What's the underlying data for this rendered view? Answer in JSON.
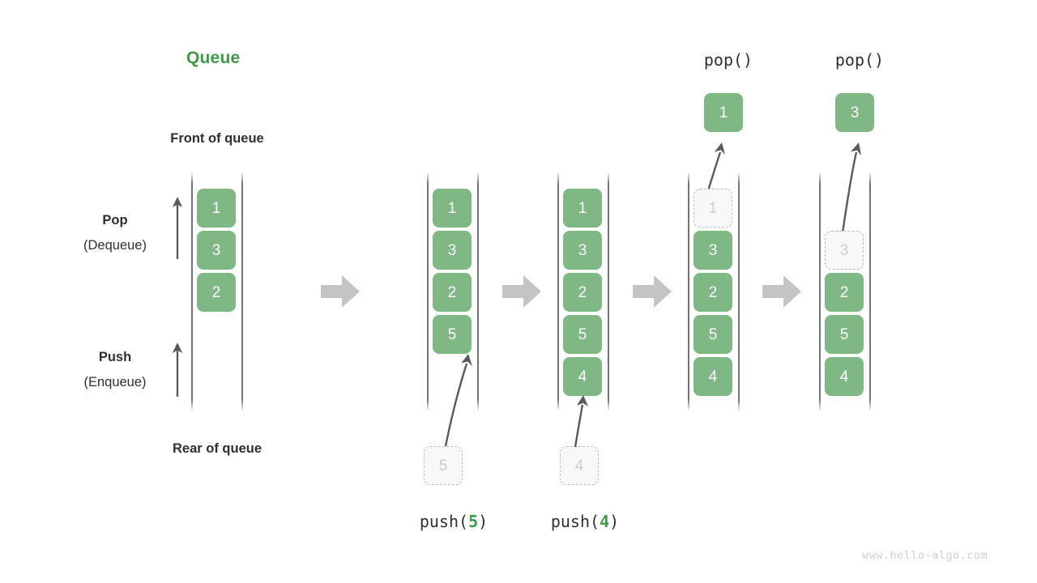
{
  "diagram": {
    "title": "Queue",
    "watermark": "www.hello-algo.com",
    "labels": {
      "front": "Front of queue",
      "rear": "Rear of queue",
      "pop_name": "Pop",
      "pop_sub": "(Dequeue)",
      "push_name": "Push",
      "push_sub": "(Enqueue)"
    },
    "colors": {
      "cell_fill": "#7fb884",
      "cell_text": "#ffffff",
      "title_green": "#40984a",
      "ghost_fill": "#f8f8f8",
      "ghost_border": "#bdbdbd",
      "ghost_text": "#cccccc",
      "rail": "#5a5a5a",
      "block_arrow": "#c4c4c4",
      "text": "#2f2f2f",
      "watermark": "#cfcfcf"
    },
    "steps": [
      {
        "id": "initial",
        "op_prefix": "",
        "op_arg": "",
        "op_suffix": "",
        "cells": [
          "1",
          "3",
          "2"
        ],
        "incoming": "",
        "popped": ""
      },
      {
        "id": "push-5",
        "op_prefix": "push(",
        "op_arg": "5",
        "op_suffix": ")",
        "cells": [
          "1",
          "3",
          "2",
          "5"
        ],
        "incoming": "5",
        "popped": ""
      },
      {
        "id": "push-4",
        "op_prefix": "push(",
        "op_arg": "4",
        "op_suffix": ")",
        "cells": [
          "1",
          "3",
          "2",
          "5",
          "4"
        ],
        "incoming": "4",
        "popped": ""
      },
      {
        "id": "pop-1",
        "op_prefix": "pop()",
        "op_arg": "",
        "op_suffix": "",
        "cells": [
          "1",
          "3",
          "2",
          "5",
          "4"
        ],
        "incoming": "",
        "popped": "1"
      },
      {
        "id": "pop-3",
        "op_prefix": "pop()",
        "op_arg": "",
        "op_suffix": "",
        "cells": [
          "",
          "3",
          "2",
          "5",
          "4"
        ],
        "incoming": "",
        "popped": "3"
      }
    ]
  }
}
